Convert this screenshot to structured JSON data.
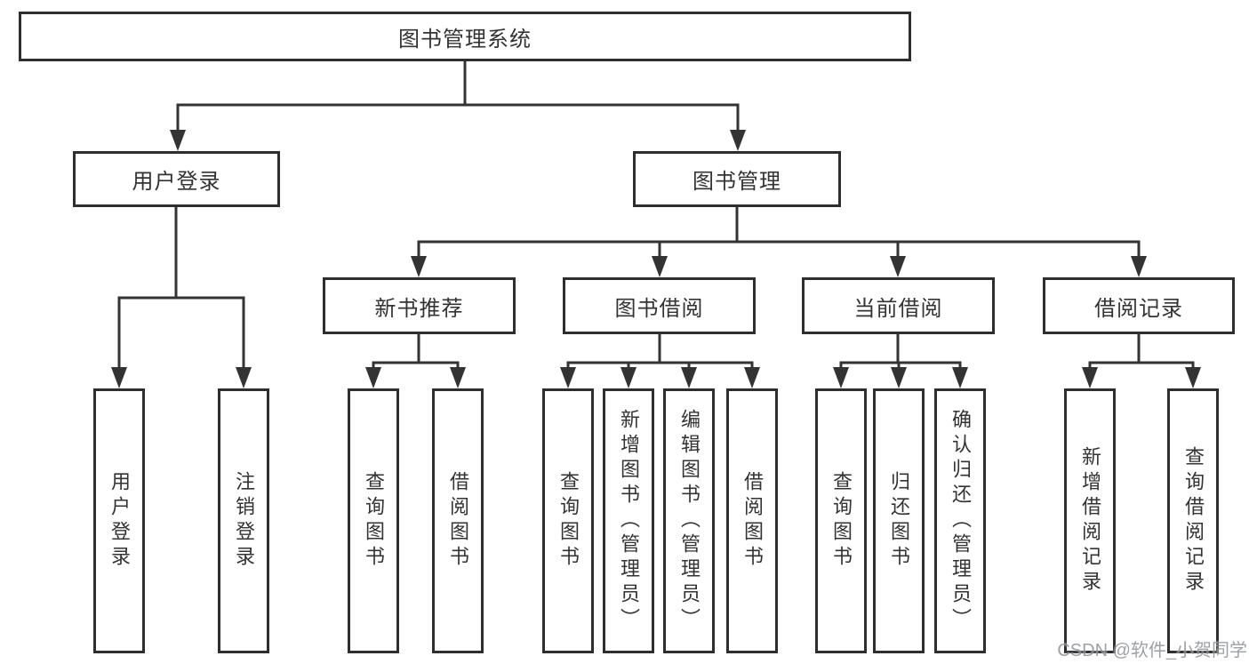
{
  "diagram": {
    "root": "图书管理系统",
    "level2": {
      "user_login": "用户登录",
      "book_management": "图书管理"
    },
    "user_login_children": {
      "user_login": "用户登录",
      "logout": "注销登录"
    },
    "book_management_children": {
      "new_book_recommend": "新书推荐",
      "book_borrow": "图书借阅",
      "current_borrow": "当前借阅",
      "borrow_records": "借阅记录"
    },
    "new_book_recommend_children": {
      "query_books": "查询图书",
      "borrow_books": "借阅图书"
    },
    "book_borrow_children": {
      "query_books": "查询图书",
      "add_books_admin": "新增图书（管理员）",
      "edit_books_admin": "编辑图书（管理员）",
      "borrow_books": "借阅图书"
    },
    "current_borrow_children": {
      "query_books": "查询图书",
      "return_books": "归还图书",
      "confirm_return_admin": "确认归还（管理员）"
    },
    "borrow_records_children": {
      "add_borrow_record": "新增借阅记录",
      "query_borrow_record": "查询借阅记录"
    }
  },
  "watermark": "CSDN @软件_小贺同学",
  "colors": {
    "line": "#333333",
    "border": "#2e2e2e",
    "fill": "#ffffff",
    "text": "#333333",
    "watermark": "#8c9196"
  }
}
